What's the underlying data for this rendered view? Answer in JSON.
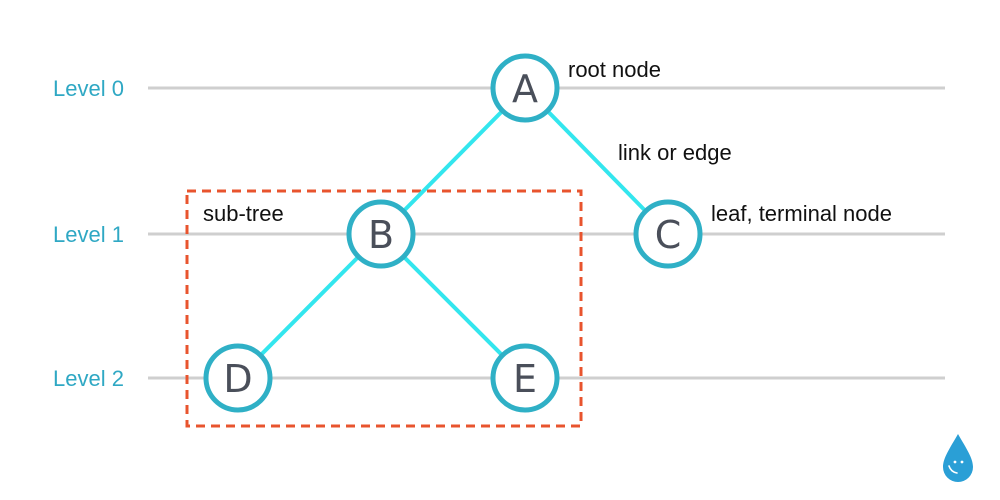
{
  "levels": [
    {
      "label": "Level 0"
    },
    {
      "label": "Level 1"
    },
    {
      "label": "Level 2"
    }
  ],
  "nodes": [
    {
      "id": "A",
      "label": "A",
      "level": 0
    },
    {
      "id": "B",
      "label": "B",
      "level": 1
    },
    {
      "id": "C",
      "label": "C",
      "level": 1
    },
    {
      "id": "D",
      "label": "D",
      "level": 2
    },
    {
      "id": "E",
      "label": "E",
      "level": 2
    }
  ],
  "edges": [
    {
      "from": "A",
      "to": "B"
    },
    {
      "from": "A",
      "to": "C"
    },
    {
      "from": "B",
      "to": "D"
    },
    {
      "from": "B",
      "to": "E"
    }
  ],
  "annotations": {
    "root": "root node",
    "edge": "link or edge",
    "leaf": "leaf, terminal node",
    "subtree": "sub-tree"
  },
  "colors": {
    "level_label": "#2fa8c4",
    "level_line": "#cfcfcf",
    "edge": "#33e6ee",
    "node_stroke": "#2fb0c6",
    "node_fill": "#ffffff",
    "node_text": "#4a4f5a",
    "subtree_box": "#e8542e",
    "logo": "#2a9fd6"
  },
  "logo_icon": "water-drop-logo-icon"
}
